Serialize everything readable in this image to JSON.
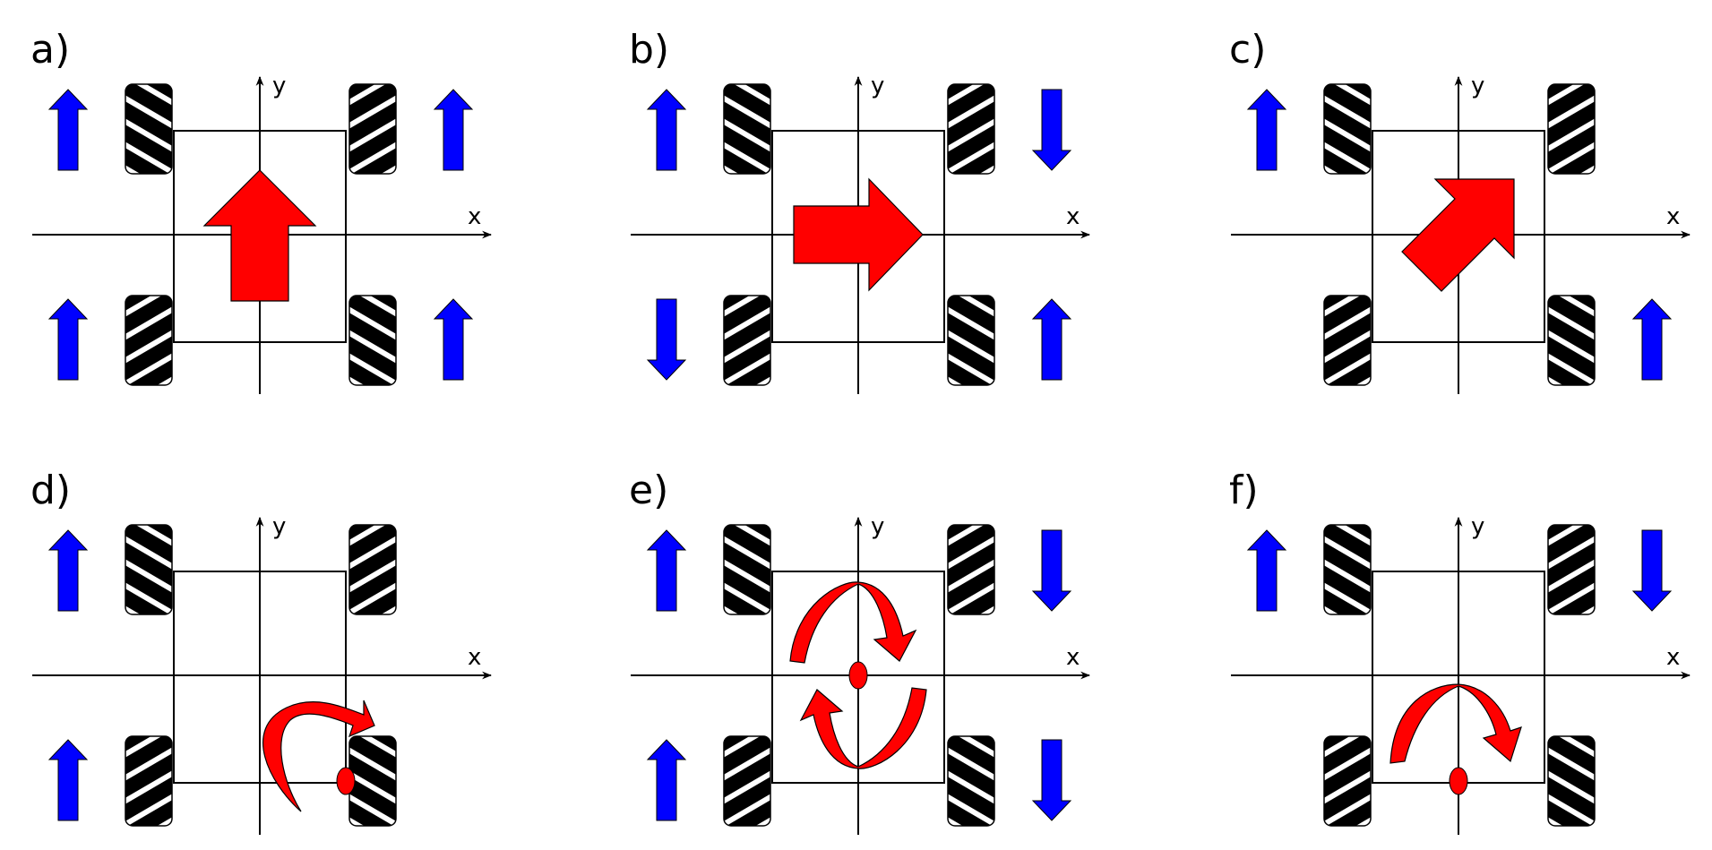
{
  "colors": {
    "wheel_velocity_arrow": "#0000ff",
    "robot_motion_arrow": "#ff0000",
    "rotation_arrow_dark": "#a00000",
    "wheel_fill": "#000000",
    "wheel_stripe": "#ffffff"
  },
  "axes": {
    "x_label": "x",
    "y_label": "y"
  },
  "panels": [
    {
      "id": "a",
      "label": "a)",
      "wheel_arrows": {
        "front_left": "up",
        "front_right": "up",
        "rear_left": "up",
        "rear_right": "up"
      },
      "motion": "forward"
    },
    {
      "id": "b",
      "label": "b)",
      "wheel_arrows": {
        "front_left": "up",
        "front_right": "down",
        "rear_left": "down",
        "rear_right": "up"
      },
      "motion": "sideways-right"
    },
    {
      "id": "c",
      "label": "c)",
      "wheel_arrows": {
        "front_left": "up",
        "front_right": "none",
        "rear_left": "none",
        "rear_right": "up"
      },
      "motion": "diagonal-up-right"
    },
    {
      "id": "d",
      "label": "d)",
      "wheel_arrows": {
        "front_left": "up",
        "front_right": "none",
        "rear_left": "up",
        "rear_right": "none"
      },
      "motion": "turn-about-rear-right-wheel"
    },
    {
      "id": "e",
      "label": "e)",
      "wheel_arrows": {
        "front_left": "up",
        "front_right": "down",
        "rear_left": "up",
        "rear_right": "down"
      },
      "motion": "spin-about-center"
    },
    {
      "id": "f",
      "label": "f)",
      "wheel_arrows": {
        "front_left": "up",
        "front_right": "down",
        "rear_left": "none",
        "rear_right": "none"
      },
      "motion": "turn-about-rear-axle-center"
    }
  ]
}
